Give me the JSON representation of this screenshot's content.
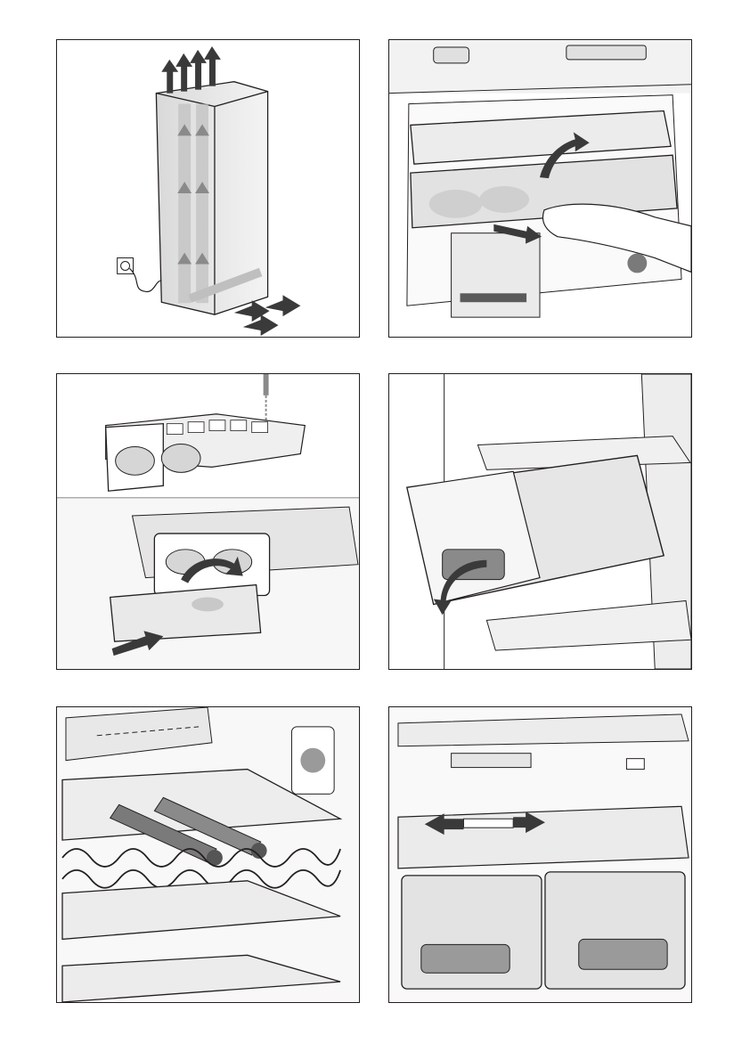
{
  "page": {
    "type": "appliance-manual-illustration-page",
    "panel_count": 6
  },
  "panels": [
    {
      "id": "ventilation",
      "icon": "airflow-arrows-icon"
    },
    {
      "id": "fresh-drawer-remove",
      "icon": "lift-and-pull-arrows-icon"
    },
    {
      "id": "ice-tray",
      "icon": "rotate-and-pull-arrows-icon"
    },
    {
      "id": "drawer-tilt-remove",
      "icon": "tilt-arrow-icon"
    },
    {
      "id": "wine-rack",
      "icon": "bottle-rack-icon"
    },
    {
      "id": "divider-adjust",
      "icon": "left-right-arrows-icon"
    }
  ],
  "colors": {
    "line": "#231f20",
    "arrow": "#3a3a3a",
    "gray_light": "#e6e6e6",
    "gray_mid": "#c8c8c8",
    "gray_dark": "#8a8a8a"
  }
}
